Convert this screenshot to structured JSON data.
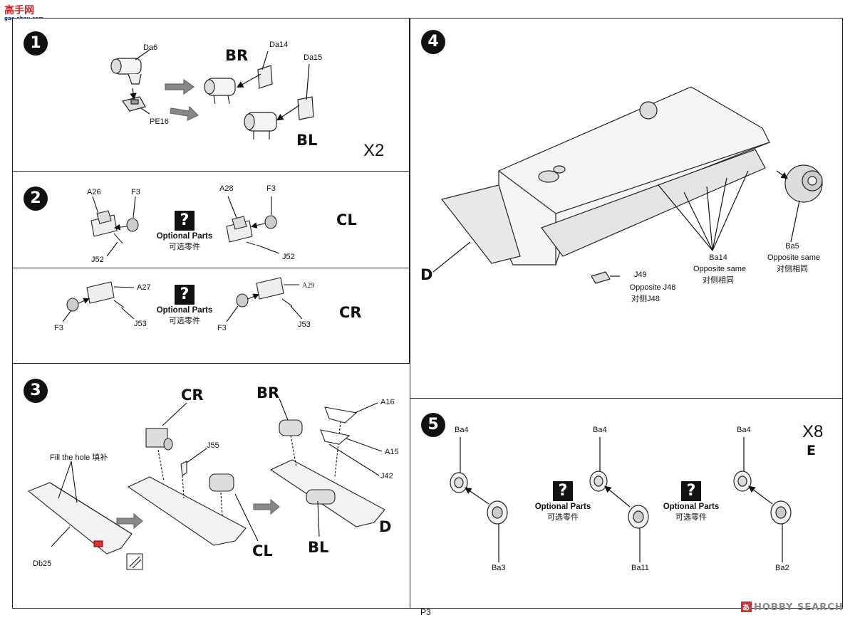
{
  "watermark": {
    "text": "高手网",
    "sub": "gao-shou.com"
  },
  "page_number": "P3",
  "footer_brand": {
    "badge": "あ",
    "text": "HOBBY SEARCH"
  },
  "optional": {
    "title": "Optional Parts",
    "subtitle": "可选零件"
  },
  "step1": {
    "number": "1",
    "labels": {
      "da6": "Da6",
      "pe16": "PE16",
      "br": "BR",
      "bl": "BL",
      "da14": "Da14",
      "da15": "Da15"
    },
    "multiplier": "X2"
  },
  "step2a": {
    "number": "2",
    "labels": {
      "a26": "A26",
      "f3a": "F3",
      "j52a": "J52",
      "a28": "A28",
      "f3b": "F3",
      "j52b": "J52"
    },
    "side": "CL"
  },
  "step2b": {
    "labels": {
      "a27": "A27",
      "f3a": "F3",
      "j53a": "J53",
      "a29": "A29",
      "f3b": "F3",
      "j53b": "J53"
    },
    "side": "CR"
  },
  "step3": {
    "number": "3",
    "labels": {
      "fill": "Fill the hole 填补",
      "db25": "Db25",
      "cr": "CR",
      "j55": "J55",
      "cl": "CL",
      "br": "BR",
      "bl": "BL",
      "a16": "A16",
      "a15": "A15",
      "j42": "J42",
      "d": "D"
    }
  },
  "step4": {
    "number": "4",
    "labels": {
      "d": "D",
      "j49": "J49",
      "j49_l2": "Opposite J48",
      "j49_l3": "对侧J48",
      "ba14": "Ba14",
      "ba14_l2": "Opposite same",
      "ba14_l3": "对侧相同",
      "ba5": "Ba5",
      "ba5_l2": "Opposite same",
      "ba5_l3": "对侧相同"
    }
  },
  "step5": {
    "number": "5",
    "labels": {
      "ba4a": "Ba4",
      "ba3": "Ba3",
      "ba4b": "Ba4",
      "ba11": "Ba11",
      "ba4c": "Ba4",
      "ba2": "Ba2"
    },
    "multiplier": "X8",
    "letter": "E"
  }
}
